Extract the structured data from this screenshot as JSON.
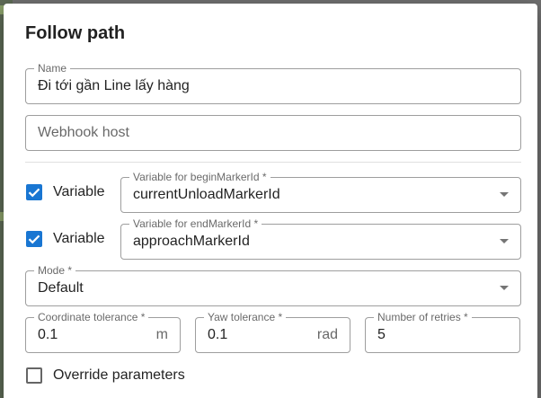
{
  "dialog": {
    "title": "Follow path",
    "name_field": {
      "label": "Name",
      "value": "Đi tới gần Line lấy hàng"
    },
    "webhook_field": {
      "placeholder": "Webhook host"
    },
    "begin_marker": {
      "checkbox_label": "Variable",
      "checked": true,
      "select_label": "Variable for beginMarkerId *",
      "value": "currentUnloadMarkerId"
    },
    "end_marker": {
      "checkbox_label": "Variable",
      "checked": true,
      "select_label": "Variable for endMarkerId *",
      "value": "approachMarkerId"
    },
    "mode": {
      "label": "Mode *",
      "value": "Default"
    },
    "coordinate_tolerance": {
      "label": "Coordinate tolerance *",
      "value": "0.1",
      "unit": "m"
    },
    "yaw_tolerance": {
      "label": "Yaw tolerance *",
      "value": "0.1",
      "unit": "rad"
    },
    "retries": {
      "label": "Number of retries *",
      "value": "5"
    },
    "override": {
      "label": "Override parameters",
      "checked": false
    }
  },
  "colors": {
    "accent": "#1976d2",
    "backdrop": "#6f6f6f"
  },
  "icons": {
    "checkbox_checked": "check-icon",
    "select_caret": "arrow-drop-down-icon"
  }
}
